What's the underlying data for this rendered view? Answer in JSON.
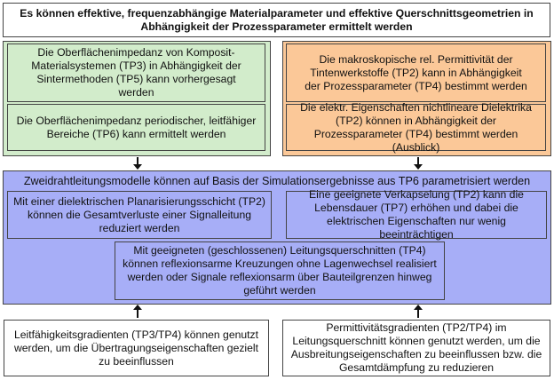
{
  "top": {
    "text": "Es können effektive, frequenzabhängige Materialparameter und effektive Querschnittsgeometrien in Abhängigkeit der Prozessparameter ermittelt werden"
  },
  "green": {
    "items": [
      "Die Oberflächenimpedanz von Komposit-Materialsystemen (TP3) in Abhängigkeit der Sintermethoden (TP5) kann vorhergesagt werden",
      "Die Oberflächenimpedanz periodischer, leitfähiger Bereiche (TP6) kann ermittelt werden"
    ]
  },
  "orange": {
    "items": [
      "Die makroskopische rel. Permittivität der Tintenwerkstoffe (TP2) kann in Abhängigkeit der Prozessparameter (TP4) bestimmt werden",
      "Die elektr. Eigenschaften nichtlineare Dielektrika (TP2) können in Abhängigkeit der Prozessparameter (TP4) bestimmt werden (Ausblick)"
    ]
  },
  "blue": {
    "title": "Zweidrahtleitungsmodelle können auf Basis der Simulationsergebnisse aus TP6 parametrisiert werden",
    "left": "Mit einer dielektrischen Planarisierungsschicht (TP2) können die Gesamtverluste einer Signalleitung reduziert werden",
    "right": "Eine geeignete Verkapselung (TP2) kann die Lebensdauer (TP7) erhöhen und dabei die elektrischen Eigenschaften nur wenig beeinträchtigen",
    "center": "Mit geeigneten (geschlossenen) Leitungsquerschnitten (TP4) können reflexionsarme Kreuzungen ohne Lagenwechsel realisiert werden oder Signale reflexionsarm über Bauteilgrenzen hinweg geführt werden"
  },
  "bottom": {
    "left": "Leitfähigkeitsgradienten (TP3/TP4) können genutzt werden, um die Übertragungseigenschaften gezielt zu beeinflussen",
    "right": "Permittivitätsgradienten (TP2/TP4) im Leitungsquerschnitt können genutzt werden, um die Ausbreitungseigenschaften zu beeinflussen bzw. die Gesamtdämpfung zu reduzieren"
  }
}
